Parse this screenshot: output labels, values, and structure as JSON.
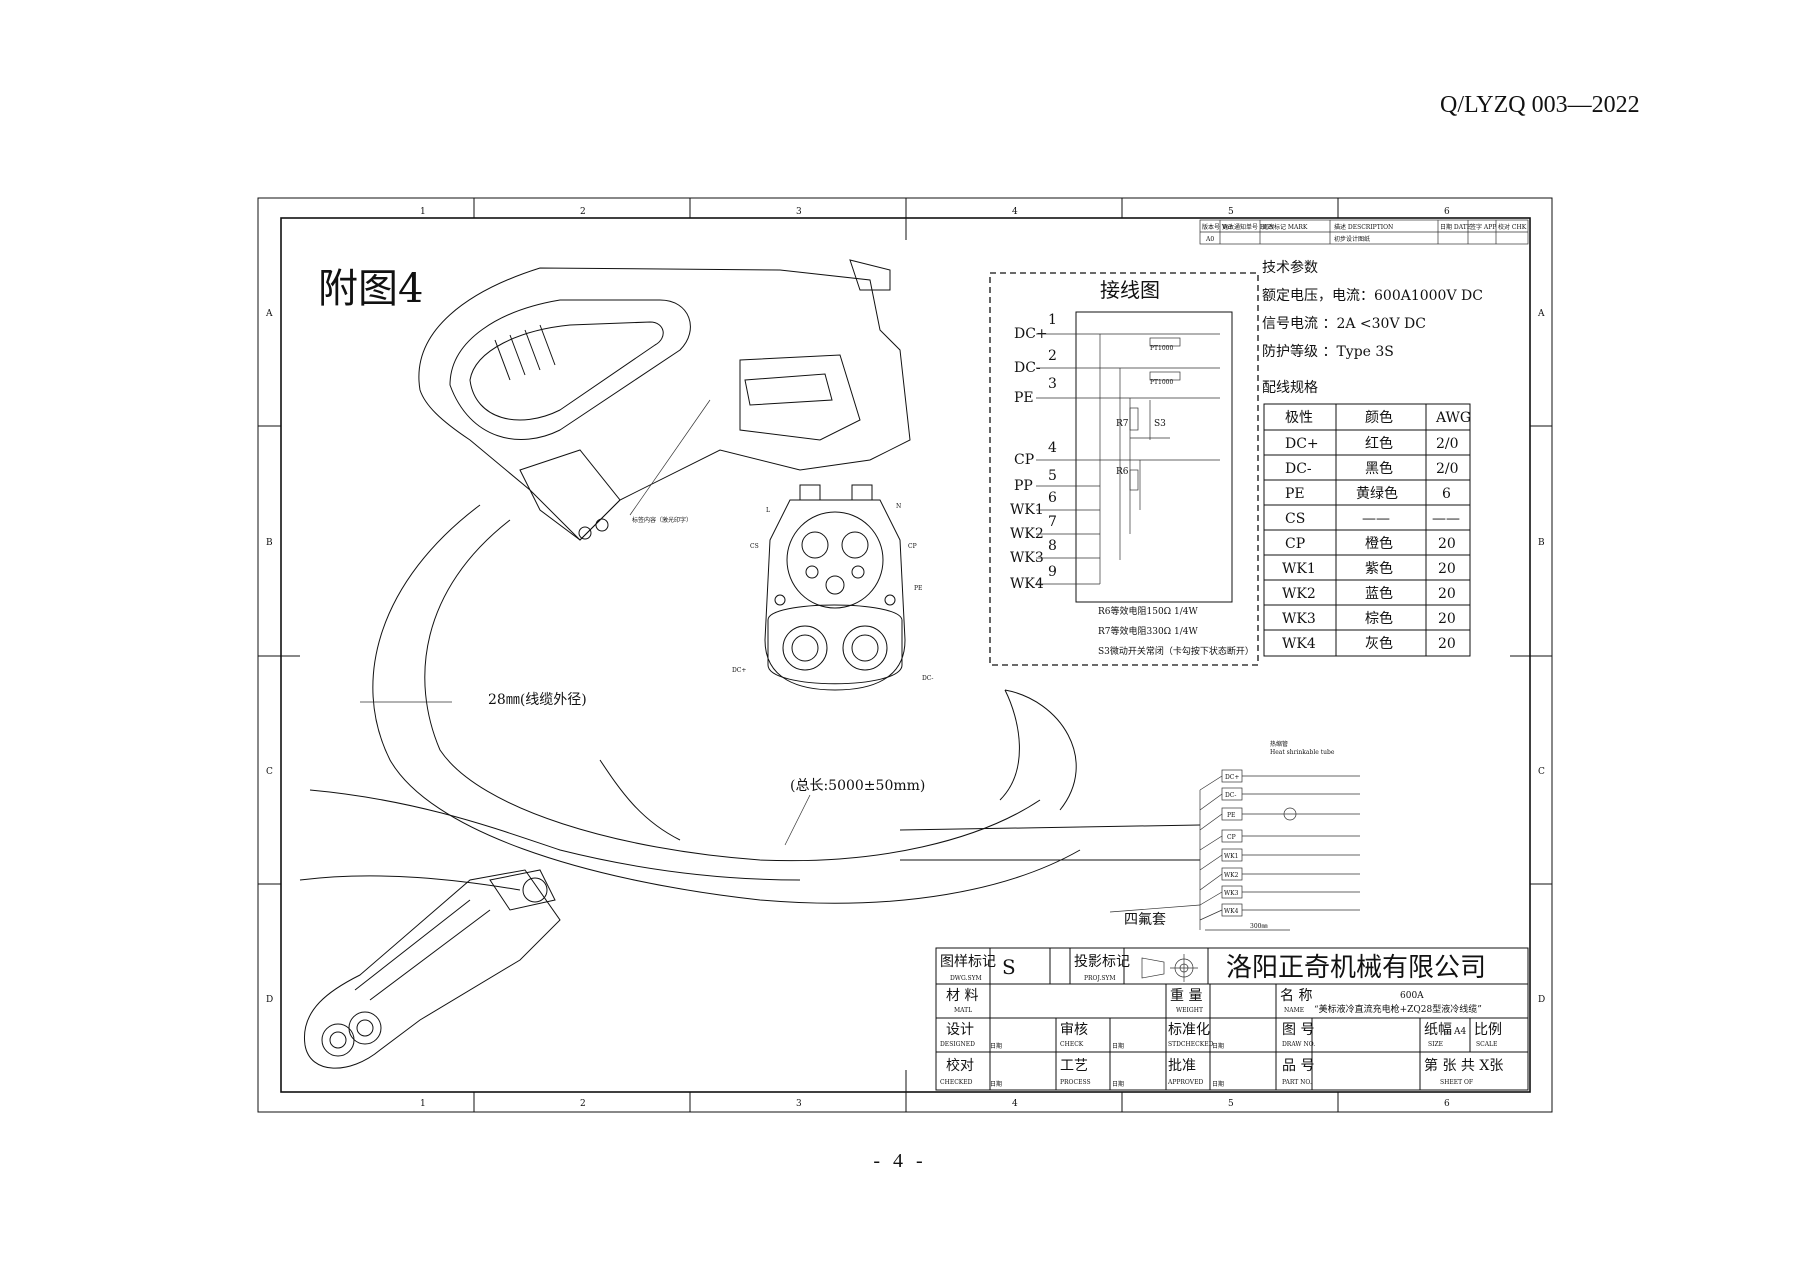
{
  "header": {
    "doc_code": "Q/LYZQ 003—2022"
  },
  "footer": {
    "page_number": "- 4 -"
  },
  "border": {
    "col_labels": [
      "1",
      "2",
      "3",
      "4",
      "5",
      "6"
    ],
    "row_labels": [
      "A",
      "B",
      "C",
      "D"
    ]
  },
  "revision_block": {
    "headers": [
      "版本号 Ver",
      "更改通知单号 ECN",
      "更改标记 MARK",
      "描述 DESCRIPTION",
      "日期 DATE",
      "签字 APP",
      "校对 CHK"
    ],
    "row": [
      "A0",
      "",
      "",
      "初步设计图纸",
      "",
      "",
      ""
    ]
  },
  "figure_title": "附图4",
  "callouts": {
    "label_content": "标签内容（激光印字）",
    "cable_od": "28㎜(线缆外径)",
    "total_length": "(总长:5000±50mm)",
    "ptfe_sleeve": "四氟套"
  },
  "socket": {
    "pins": [
      "L",
      "N",
      "CS",
      "CP",
      "PE",
      "DC+",
      "DC-"
    ]
  },
  "wiring": {
    "title": "接线图",
    "terminals": [
      {
        "num": "1",
        "label": "DC+"
      },
      {
        "num": "2",
        "label": "DC-"
      },
      {
        "num": "3",
        "label": "PE"
      },
      {
        "num": "4",
        "label": "CP"
      },
      {
        "num": "5",
        "label": "PP"
      },
      {
        "num": "6",
        "label": "WK1"
      },
      {
        "num": "7",
        "label": "WK2"
      },
      {
        "num": "8",
        "label": "WK3"
      },
      {
        "num": "9",
        "label": "WK4"
      }
    ],
    "components": [
      "PT1000",
      "PT1000",
      "R7",
      "S3",
      "R6"
    ],
    "notes": [
      "R6等效电阻150Ω 1/4W",
      "R7等效电阻330Ω 1/4W",
      "S3微动开关常闭（卡勾按下状态断开）"
    ]
  },
  "tech_params": {
    "title": "技术参数",
    "lines": [
      "额定电压，电流：600A1000V DC",
      "信号电流 ：2A  <30V DC",
      "防护等级 ：Type  3S"
    ]
  },
  "wire_spec": {
    "title": "配线规格",
    "headers": [
      "极性",
      "颜色",
      "AWG"
    ],
    "rows": [
      [
        "DC+",
        "红色",
        "2/0"
      ],
      [
        "DC-",
        "黑色",
        "2/0"
      ],
      [
        "PE",
        "黄绿色",
        "6"
      ],
      [
        "CS",
        "——",
        "——"
      ],
      [
        "CP",
        "橙色",
        "20"
      ],
      [
        "WK1",
        "紫色",
        "20"
      ],
      [
        "WK2",
        "蓝色",
        "20"
      ],
      [
        "WK3",
        "棕色",
        "20"
      ],
      [
        "WK4",
        "灰色",
        "20"
      ]
    ]
  },
  "harness": {
    "heat_shrink": "热缩管",
    "heat_shrink_en": "Heat shrinkable tube",
    "labels": [
      "DC+",
      "DC-",
      "PE",
      "CP",
      "WK1",
      "WK2",
      "WK3",
      "WK4"
    ],
    "dim_300": "300㎜"
  },
  "title_block": {
    "company": "洛阳正奇机械有限公司",
    "dwg_sym": "图样标记",
    "dwg_sym_en": "DWG.SYM",
    "dwg_sym_val": "S",
    "proj_sym": "投影标记",
    "proj_sym_en": "PROJ.SYM",
    "matl": "材 料",
    "matl_en": "MATL",
    "weight": "重 量",
    "weight_en": "WEIGHT",
    "name": "名 称",
    "name_en": "NAME",
    "name_val_1": "600A",
    "name_val_2": "“美标液冷直流充电枪+ZQ28型液冷线缆”",
    "designed": "设计",
    "designed_en": "DESIGNED",
    "check": "审核",
    "check_en": "CHECK",
    "stdchecked": "标准化",
    "stdchecked_en": "STDCHECKED",
    "draw_no": "图 号",
    "draw_no_en": "DRAW NO.",
    "size": "纸幅",
    "size_val": "A4",
    "size_en": "SIZE",
    "scale": "比例",
    "scale_en": "SCALE",
    "checked": "校对",
    "checked_en": "CHECKED",
    "process": "工艺",
    "process_en": "PROCESS",
    "approved": "批准",
    "approved_en": "APPROVED",
    "part_no": "品 号",
    "part_no_en": "PART NO.",
    "sheet": "第  张 共 X张",
    "sheet_en": "SHEET    OF",
    "date": "日期"
  }
}
